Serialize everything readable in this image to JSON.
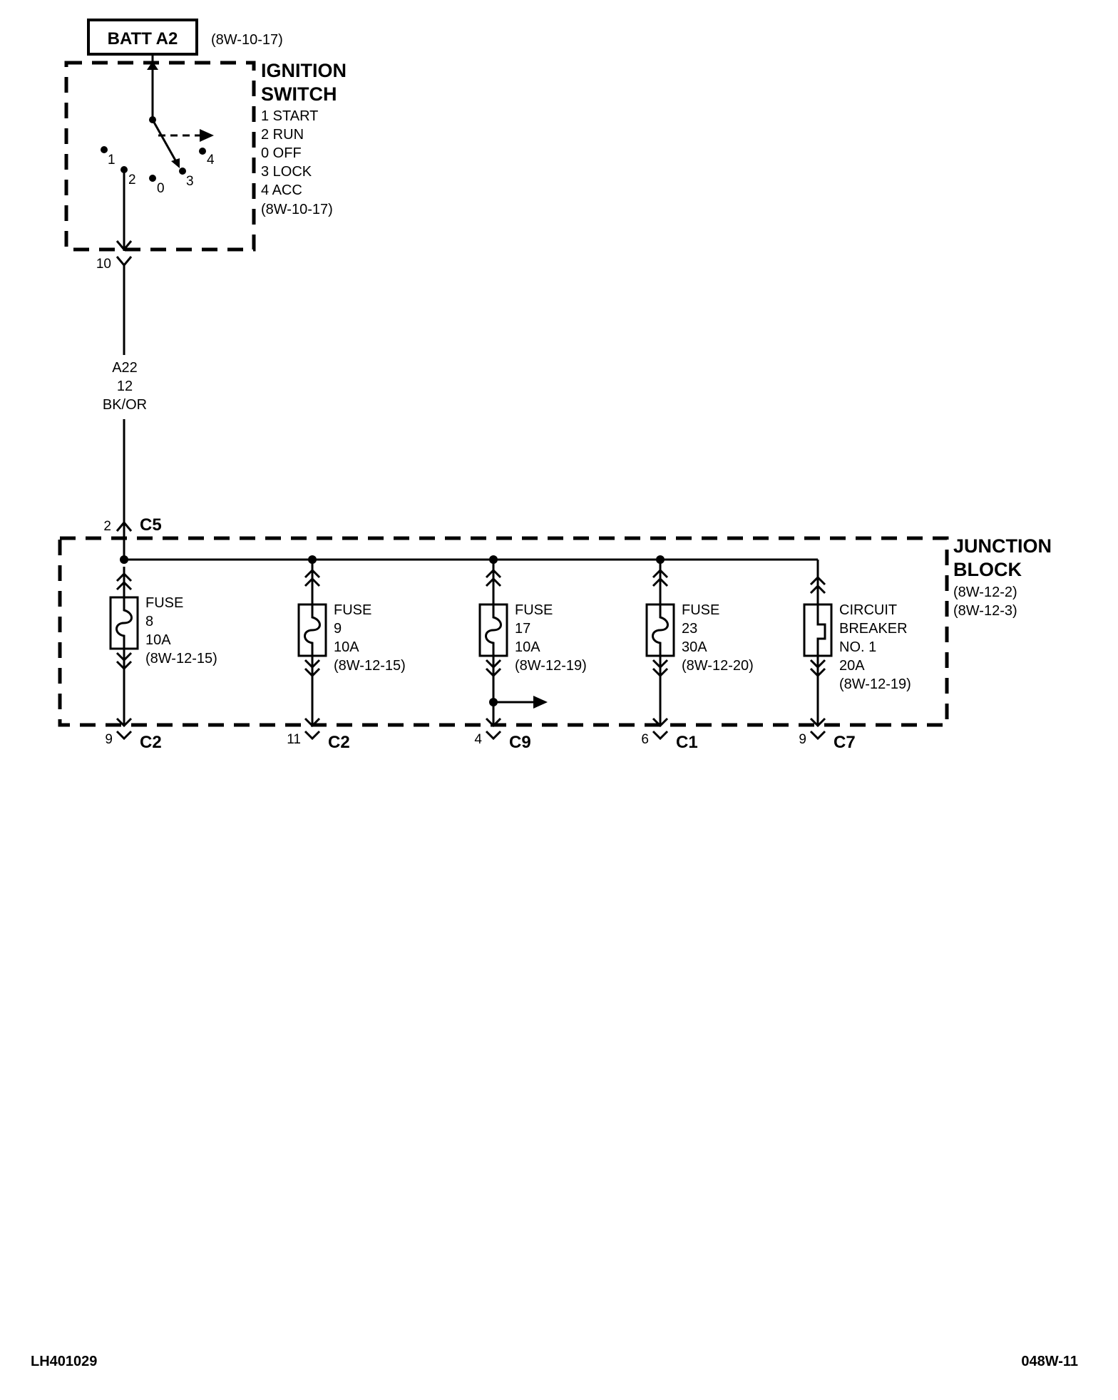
{
  "battery": {
    "label": "BATT A2",
    "ref": "(8W-10-17)"
  },
  "ignition_switch": {
    "title_line1": "IGNITION",
    "title_line2": "SWITCH",
    "positions": [
      "1 START",
      "2 RUN",
      "0 OFF",
      "3 LOCK",
      "4 ACC"
    ],
    "ref": "(8W-10-17)",
    "contact_labels": [
      "1",
      "2",
      "0",
      "3",
      "4"
    ],
    "output_pin": "10"
  },
  "wire": {
    "circuit": "A22",
    "gauge": "12",
    "color": "BK/OR"
  },
  "input_connector": {
    "pin": "2",
    "name": "C5"
  },
  "junction_block": {
    "title_line1": "JUNCTION",
    "title_line2": "BLOCK",
    "refs": [
      "(8W-12-2)",
      "(8W-12-3)"
    ]
  },
  "branches": [
    {
      "label1": "FUSE",
      "label2": "8",
      "rating": "10A",
      "ref": "(8W-12-15)",
      "pin": "9",
      "connector": "C2"
    },
    {
      "label1": "FUSE",
      "label2": "9",
      "rating": "10A",
      "ref": "(8W-12-15)",
      "pin": "11",
      "connector": "C2"
    },
    {
      "label1": "FUSE",
      "label2": "17",
      "rating": "10A",
      "ref": "(8W-12-19)",
      "pin": "4",
      "connector": "C9"
    },
    {
      "label1": "FUSE",
      "label2": "23",
      "rating": "30A",
      "ref": "(8W-12-20)",
      "pin": "6",
      "connector": "C1"
    },
    {
      "label1": "CIRCUIT",
      "label2": "BREAKER",
      "label3": "NO. 1",
      "rating": "20A",
      "ref": "(8W-12-19)",
      "pin": "9",
      "connector": "C7"
    }
  ],
  "footer": {
    "left": "LH401029",
    "right": "048W-11"
  }
}
